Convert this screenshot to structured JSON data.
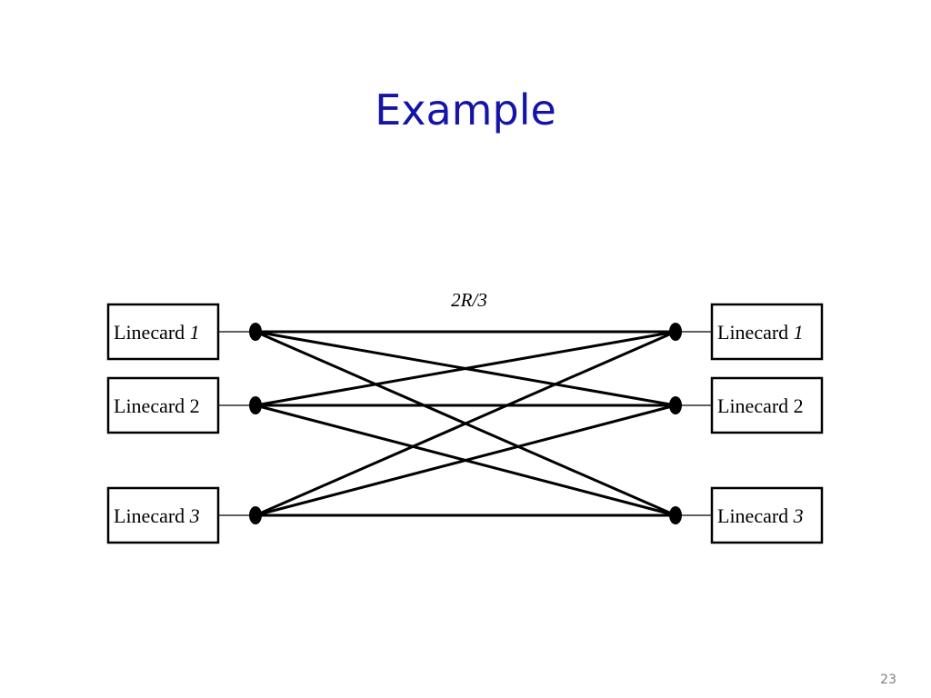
{
  "slide": {
    "title": "Example",
    "page_number": "23"
  },
  "diagram": {
    "rate_label": "2R/3",
    "left_linecards": [
      {
        "prefix": "Linecard ",
        "number": "1"
      },
      {
        "prefix": "Linecard ",
        "number": "2"
      },
      {
        "prefix": "Linecard ",
        "number": "3"
      }
    ],
    "right_linecards": [
      {
        "prefix": "Linecard ",
        "number": "1"
      },
      {
        "prefix": "Linecard ",
        "number": "2"
      },
      {
        "prefix": "Linecard ",
        "number": "3"
      }
    ],
    "connections": "full-mesh",
    "colors": {
      "title": "#1414a8",
      "stroke": "#000000",
      "page_number": "#7f7f7f"
    }
  }
}
